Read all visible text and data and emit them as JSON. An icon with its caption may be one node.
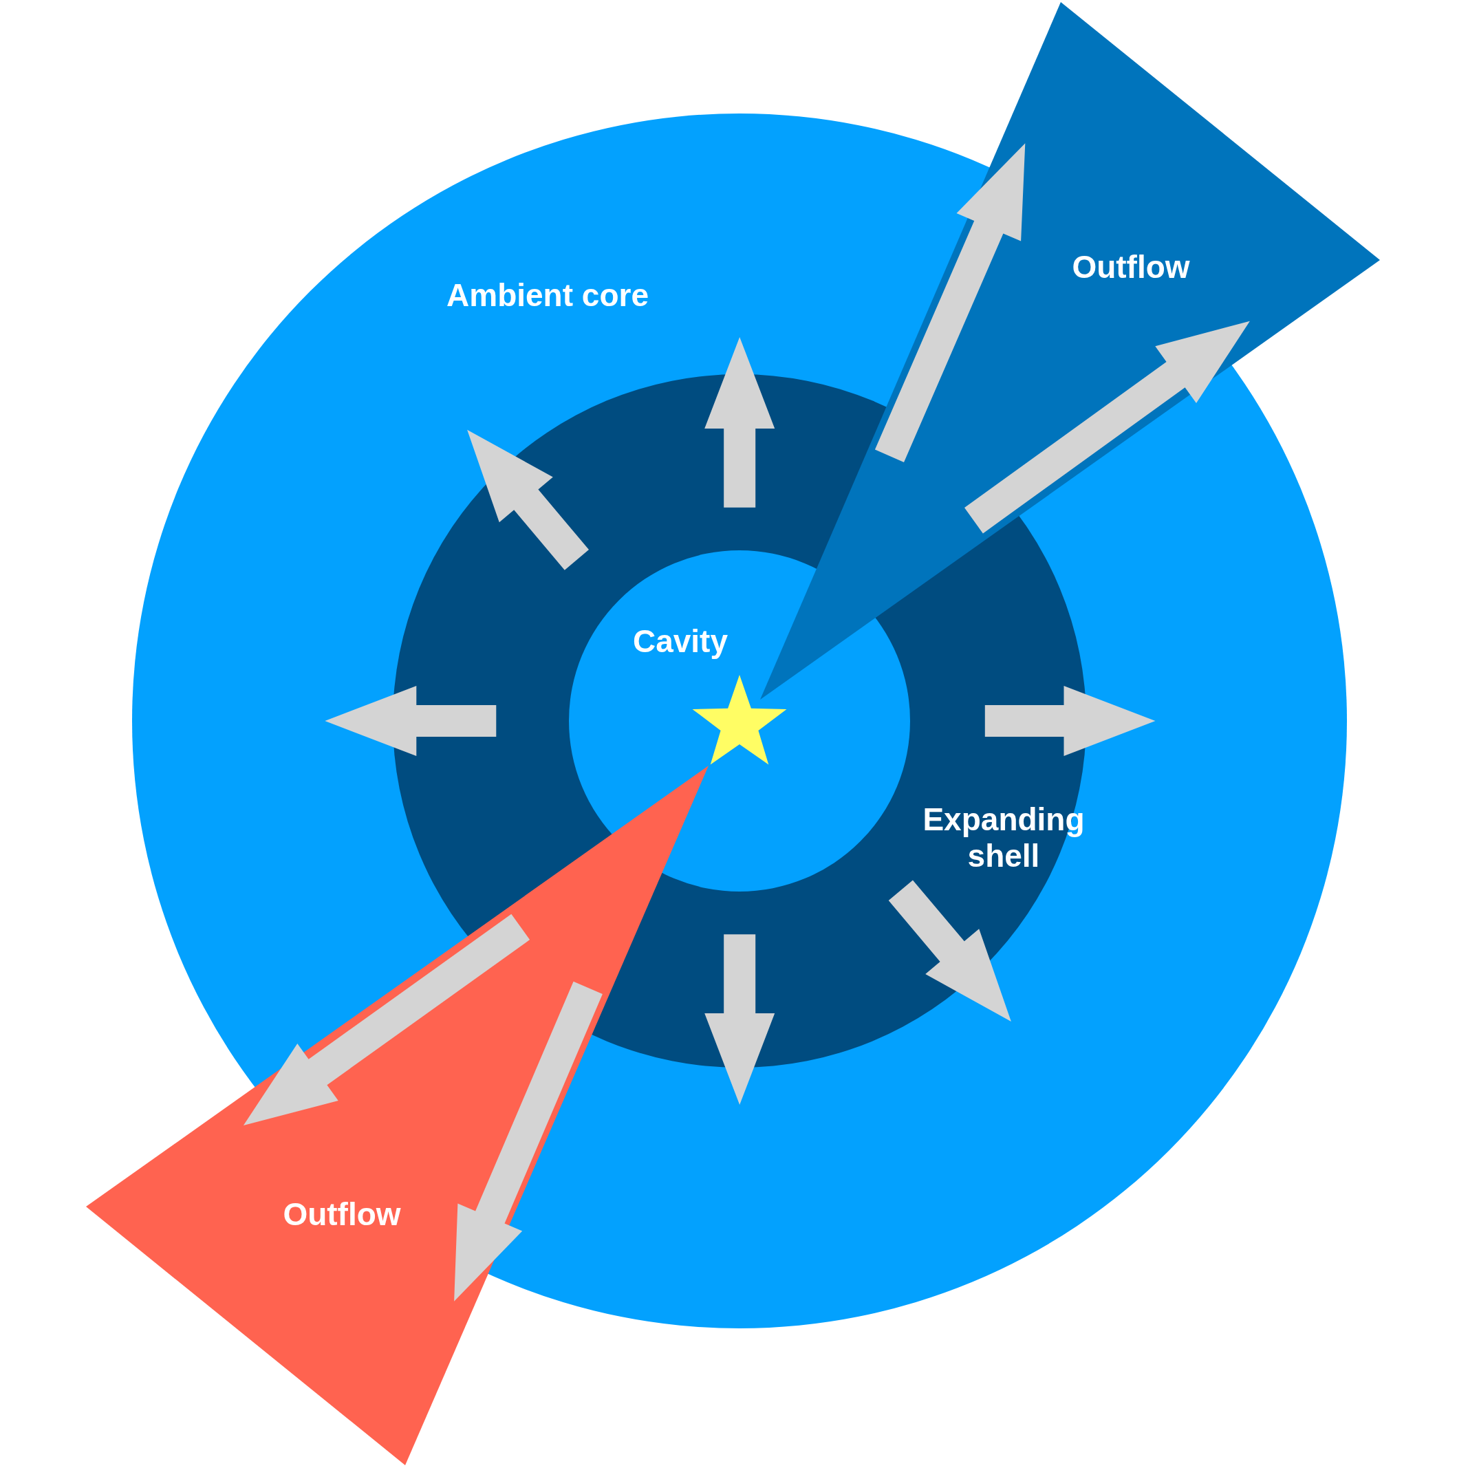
{
  "diagram": {
    "nodes": [
      {
        "text": [
          "Ambient core"
        ]
      },
      {
        "text": [
          "Expanding shell"
        ],
        "in": 0
      },
      {
        "text": [
          "Cavity"
        ],
        "in": 1
      },
      {
        "text": [],
        "shape": "star",
        "in": 2
      },
      {
        "text": [
          "Outflow"
        ]
      },
      {
        "text": [
          "Outflow"
        ]
      }
    ]
  }
}
